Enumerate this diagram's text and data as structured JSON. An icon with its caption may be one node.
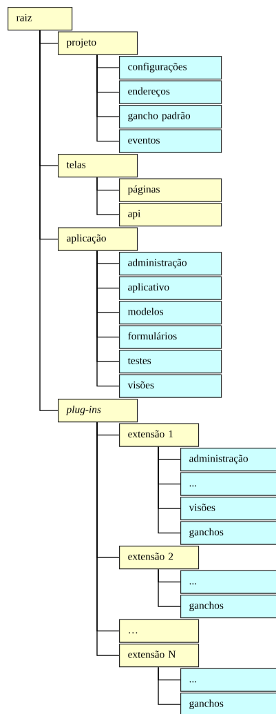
{
  "diagram": {
    "nodes": [
      {
        "text": [
          "raiz"
        ]
      },
      {
        "text": [
          "projeto"
        ]
      },
      {
        "text": [
          "configurações"
        ]
      },
      {
        "text": [
          "endereços"
        ]
      },
      {
        "text": [
          "gancho padrão"
        ]
      },
      {
        "text": [
          "eventos"
        ]
      },
      {
        "text": [
          "telas"
        ]
      },
      {
        "text": [
          "páginas"
        ]
      },
      {
        "text": [
          "api"
        ]
      },
      {
        "text": [
          "aplicação"
        ]
      },
      {
        "text": [
          "administração"
        ]
      },
      {
        "text": [
          "aplicativo"
        ]
      },
      {
        "text": [
          "modelos"
        ]
      },
      {
        "text": [
          "formulários"
        ]
      },
      {
        "text": [
          "testes"
        ]
      },
      {
        "text": [
          "visões"
        ]
      },
      {
        "text": [
          "plug-ins"
        ]
      },
      {
        "text": [
          "extensão 1"
        ]
      },
      {
        "text": [
          "administração"
        ]
      },
      {
        "text": [
          "..."
        ]
      },
      {
        "text": [
          "visões"
        ]
      },
      {
        "text": [
          "ganchos"
        ]
      },
      {
        "text": [
          "extensão 2"
        ]
      },
      {
        "text": [
          "..."
        ]
      },
      {
        "text": [
          "ganchos"
        ]
      },
      {
        "text": [
          "…"
        ]
      },
      {
        "text": [
          "extensão N"
        ]
      },
      {
        "text": [
          "..."
        ]
      },
      {
        "text": [
          "ganchos"
        ]
      }
    ],
    "edges": [
      {
        "from": 0,
        "to": 1,
        "arrow": "none"
      },
      {
        "from": 0,
        "to": 6,
        "arrow": "none"
      },
      {
        "from": 0,
        "to": 9,
        "arrow": "none"
      },
      {
        "from": 0,
        "to": 16,
        "arrow": "none"
      },
      {
        "from": 1,
        "to": 2,
        "arrow": "none"
      },
      {
        "from": 1,
        "to": 3,
        "arrow": "none"
      },
      {
        "from": 1,
        "to": 4,
        "arrow": "none"
      },
      {
        "from": 1,
        "to": 5,
        "arrow": "none"
      },
      {
        "from": 6,
        "to": 7,
        "arrow": "none"
      },
      {
        "from": 6,
        "to": 8,
        "arrow": "none"
      },
      {
        "from": 9,
        "to": 10,
        "arrow": "none"
      },
      {
        "from": 9,
        "to": 11,
        "arrow": "none"
      },
      {
        "from": 9,
        "to": 12,
        "arrow": "none"
      },
      {
        "from": 9,
        "to": 13,
        "arrow": "none"
      },
      {
        "from": 9,
        "to": 14,
        "arrow": "none"
      },
      {
        "from": 9,
        "to": 15,
        "arrow": "none"
      },
      {
        "from": 16,
        "to": 17,
        "arrow": "none"
      },
      {
        "from": 16,
        "to": 22,
        "arrow": "none"
      },
      {
        "from": 16,
        "to": 25,
        "arrow": "none"
      },
      {
        "from": 16,
        "to": 26,
        "arrow": "none"
      },
      {
        "from": 17,
        "to": 18,
        "arrow": "none"
      },
      {
        "from": 17,
        "to": 19,
        "arrow": "none"
      },
      {
        "from": 17,
        "to": 20,
        "arrow": "none"
      },
      {
        "from": 17,
        "to": 21,
        "arrow": "none"
      },
      {
        "from": 22,
        "to": 23,
        "arrow": "none"
      },
      {
        "from": 22,
        "to": 24,
        "arrow": "none"
      },
      {
        "from": 26,
        "to": 27,
        "arrow": "none"
      },
      {
        "from": 26,
        "to": 28,
        "arrow": "none"
      }
    ]
  }
}
